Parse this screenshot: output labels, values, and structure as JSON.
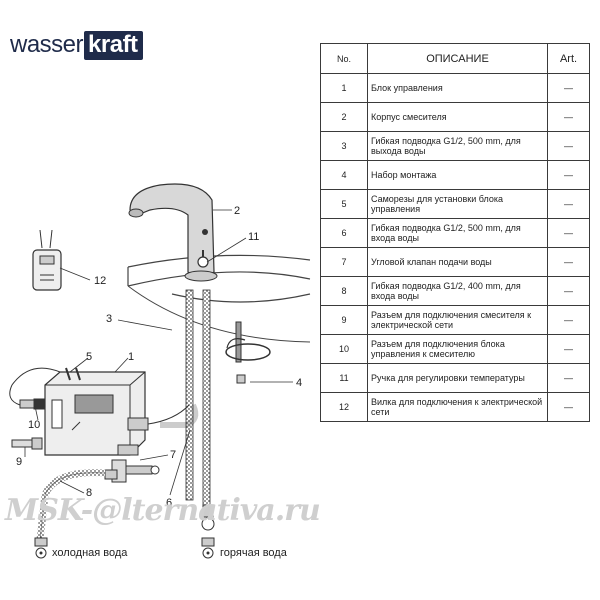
{
  "brand": {
    "part1": "wasser",
    "part2": "kraft"
  },
  "table": {
    "headers": {
      "no": "No.",
      "desc": "ОПИСАНИЕ",
      "art": "Art."
    },
    "rows": [
      {
        "no": "1",
        "desc": "Блок управления",
        "art": "—"
      },
      {
        "no": "2",
        "desc": "Корпус смесителя",
        "art": "—"
      },
      {
        "no": "3",
        "desc": "Гибкая подводка G1/2, 500 mm, для выхода воды",
        "art": "—"
      },
      {
        "no": "4",
        "desc": "Набор монтажа",
        "art": "—"
      },
      {
        "no": "5",
        "desc": "Саморезы для установки блока управления",
        "art": "—"
      },
      {
        "no": "6",
        "desc": "Гибкая подводка G1/2, 500 mm, для входа воды",
        "art": "—"
      },
      {
        "no": "7",
        "desc": "Угловой клапан подачи воды",
        "art": "—"
      },
      {
        "no": "8",
        "desc": "Гибкая подводка G1/2, 400 mm, для входа воды",
        "art": "—"
      },
      {
        "no": "9",
        "desc": "Разъем для подключения смесителя к электрической сети",
        "art": "—"
      },
      {
        "no": "10",
        "desc": "Разъем для подключения блока управления к смесителю",
        "art": "—"
      },
      {
        "no": "11",
        "desc": "Ручка для регулировки температуры",
        "art": "—"
      },
      {
        "no": "12",
        "desc": "Вилка для подключения к электрической сети",
        "art": "—"
      }
    ]
  },
  "diagram": {
    "callouts": [
      "1",
      "2",
      "3",
      "4",
      "5",
      "6",
      "7",
      "8",
      "9",
      "10",
      "11",
      "12"
    ],
    "cold_water": "холодная вода",
    "hot_water": "горячая вода"
  },
  "watermark": "MSK-@lternativa.ru"
}
